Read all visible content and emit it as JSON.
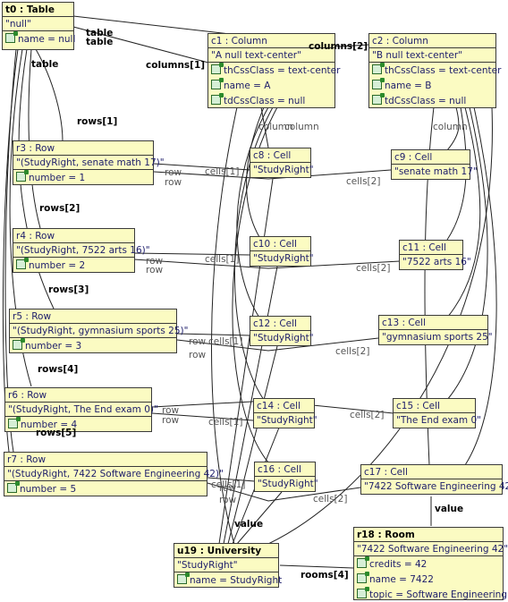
{
  "nodes": {
    "t0": {
      "title": "t0 : Table",
      "value": "\"null\"",
      "attrs": [
        "name = null"
      ]
    },
    "c1": {
      "title": "c1 : Column",
      "value": "\"A null text-center\"",
      "attrs": [
        "thCssClass = text-center",
        "name = A",
        "tdCssClass = null"
      ]
    },
    "c2": {
      "title": "c2 : Column",
      "value": "\"B null text-center\"",
      "attrs": [
        "thCssClass = text-center",
        "name = B",
        "tdCssClass = null"
      ]
    },
    "r3": {
      "title": "r3 : Row",
      "value": "\"(StudyRight, senate math 17)\"",
      "attrs": [
        "number = 1"
      ]
    },
    "r4": {
      "title": "r4 : Row",
      "value": "\"(StudyRight, 7522 arts 16)\"",
      "attrs": [
        "number = 2"
      ]
    },
    "r5": {
      "title": "r5 : Row",
      "value": "\"(StudyRight, gymnasium sports 25)\"",
      "attrs": [
        "number = 3"
      ]
    },
    "r6": {
      "title": "r6 : Row",
      "value": "\"(StudyRight, The End exam 0)\"",
      "attrs": [
        "number = 4"
      ]
    },
    "r7": {
      "title": "r7 : Row",
      "value": "\"(StudyRight, 7422 Software Engineering 42)\"",
      "attrs": [
        "number = 5"
      ]
    },
    "c8": {
      "title": "c8 : Cell",
      "value": "\"StudyRight\"",
      "attrs": []
    },
    "c9": {
      "title": "c9 : Cell",
      "value": "\"senate math 17\"",
      "attrs": []
    },
    "c10": {
      "title": "c10 : Cell",
      "value": "\"StudyRight\"",
      "attrs": []
    },
    "c11": {
      "title": "c11 : Cell",
      "value": "\"7522 arts 16\"",
      "attrs": []
    },
    "c12": {
      "title": "c12 : Cell",
      "value": "\"StudyRight\"",
      "attrs": []
    },
    "c13": {
      "title": "c13 : Cell",
      "value": "\"gymnasium sports 25\"",
      "attrs": []
    },
    "c14": {
      "title": "c14 : Cell",
      "value": "\"StudyRight\"",
      "attrs": []
    },
    "c15": {
      "title": "c15 : Cell",
      "value": "\"The End exam 0\"",
      "attrs": []
    },
    "c16": {
      "title": "c16 : Cell",
      "value": "\"StudyRight\"",
      "attrs": []
    },
    "c17": {
      "title": "c17 : Cell",
      "value": "\"7422 Software Engineering 42\"",
      "attrs": []
    },
    "u19": {
      "title": "u19 : University",
      "value": "\"StudyRight\"",
      "attrs": [
        "name = StudyRight"
      ]
    },
    "r18": {
      "title": "r18 : Room",
      "value": "\"7422 Software Engineering 42\"",
      "attrs": [
        "credits = 42",
        "name = 7422",
        "topic = Software Engineering"
      ]
    }
  },
  "labels": {
    "table_a": "table",
    "table_b": "table",
    "table_c": "table",
    "columns1": "columns[1]",
    "columns2": "columns[2]",
    "rows1": "rows[1]",
    "rows2": "rows[2]",
    "rows3": "rows[3]",
    "rows4": "rows[4]",
    "rows5": "rows[5]",
    "column_a": "column",
    "column_b": "column",
    "column_c": "column",
    "row_a": "row",
    "row_b": "row",
    "row_c": "row",
    "row_d": "row",
    "row_e": "row",
    "row_f": "row",
    "row_g": "row",
    "row_h": "row",
    "row_i": "row",
    "row_j": "row",
    "cells1_a": "cells[1]",
    "cells2_a": "cells[2]",
    "cells1_b": "cells[1]",
    "cells2_b": "cells[2]",
    "cells1_c": "cells[1]",
    "cells2_c": "cells[2]",
    "cells1_d": "cells[1]",
    "cells2_d": "cells[2]",
    "cells1_e": "cells[1]",
    "cells2_e": "cells[2]",
    "value_a": "value",
    "value_b": "value",
    "rooms4": "rooms[4]"
  },
  "colors": {
    "node_fill": "#fbfbc2",
    "node_border": "#3a3a3a",
    "edge": "#222222",
    "text": "#1d1d6b"
  }
}
